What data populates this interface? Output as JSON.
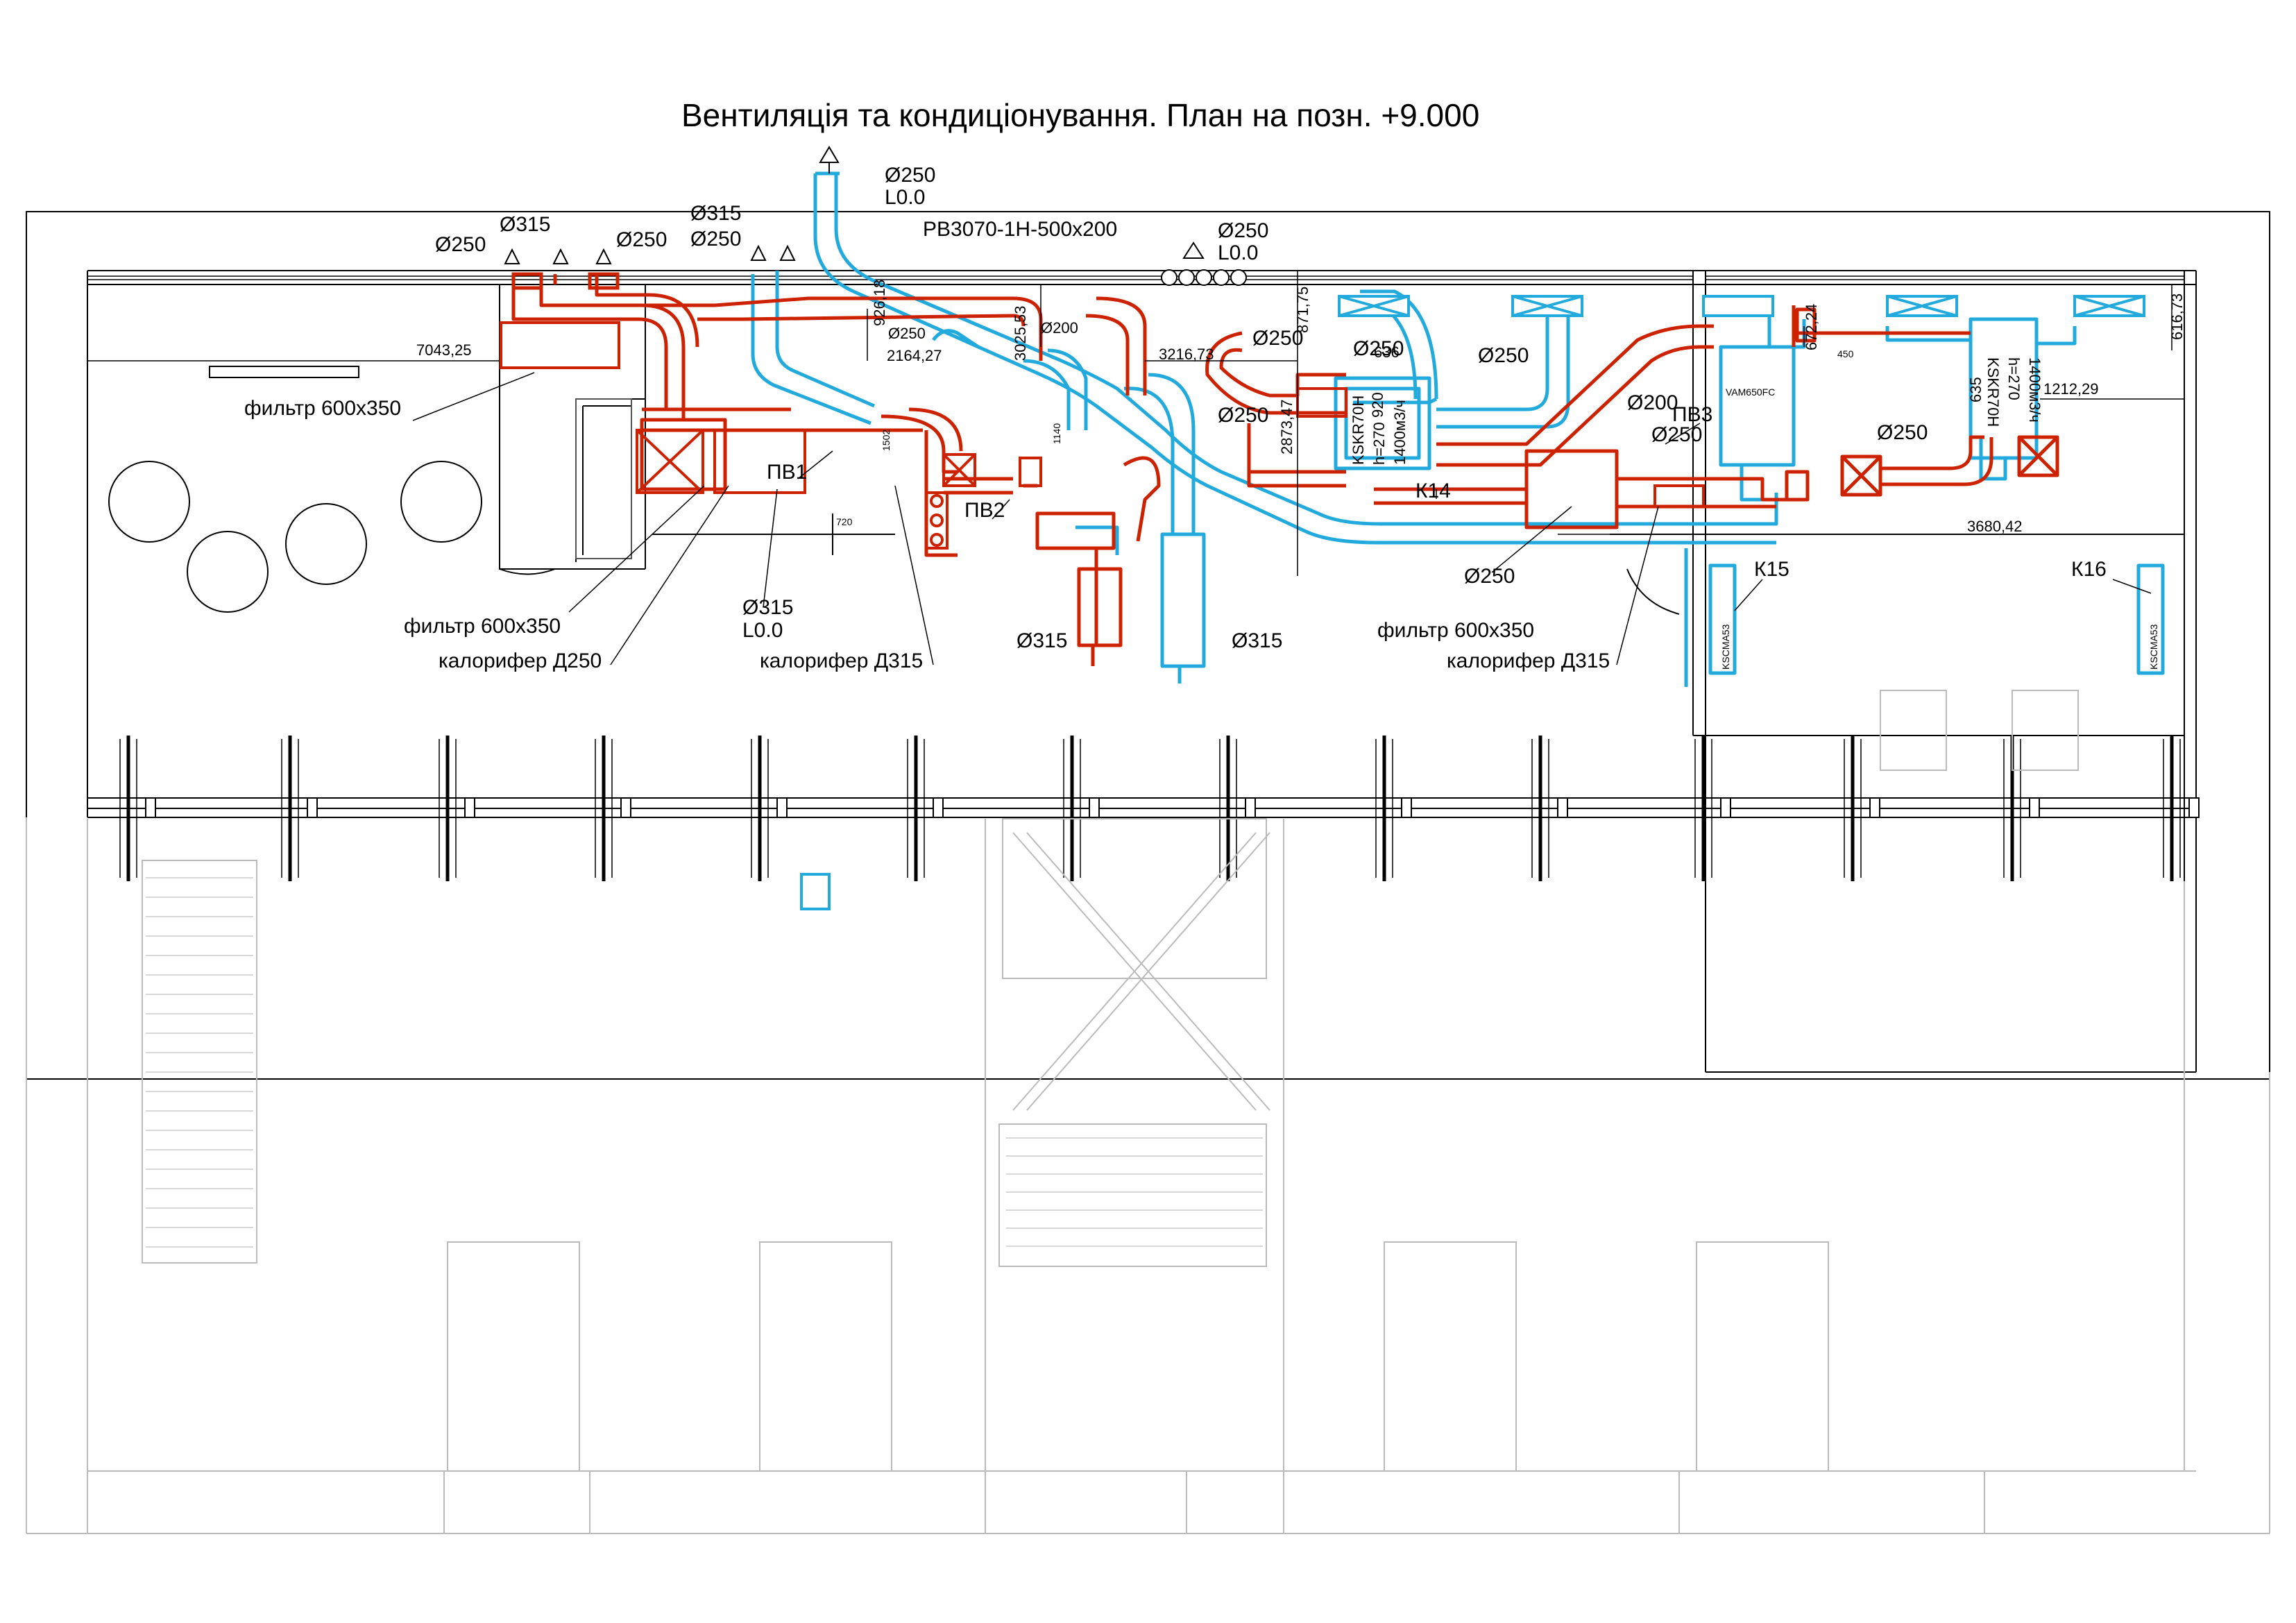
{
  "title": "Вентиляція та кондиціонування. План на позн. +9.000",
  "labels": {
    "d250": "Ø250",
    "d315": "Ø315",
    "d200": "Ø200",
    "l00": "L0.0",
    "rv": "РВ3070-1Н-500x200",
    "pv1": "ПВ1",
    "pv2": "ПВ2",
    "pv3": "ПВ3",
    "k14": "К14",
    "k15": "К15",
    "k16": "К16",
    "filter": "фильтр 600x350",
    "heater250": "калорифер Д250",
    "heater315": "калорифер Д315",
    "ksk_a": "KSKR70H",
    "ksk_b": "h=270",
    "ksk_c": "1400м3/ч",
    "kscm": "KSCMA53",
    "vam": "VAM650FC"
  },
  "dims": {
    "d7043": "7043,25",
    "d926": "926,18",
    "d2164": "2164,27",
    "d3025": "3025,53",
    "d3216": "3216,73",
    "d871": "871,75",
    "d2873": "2873,47",
    "d672": "672,24",
    "d616": "616,73",
    "d1212": "1212,29",
    "d3680": "3680,42",
    "d636": "636",
    "d920": "920",
    "d635": "635",
    "d720": "720",
    "d1140": "1140",
    "d1502": "1502",
    "d450": "450"
  },
  "colors": {
    "supply": "#cc2200",
    "exhaust": "#22aadd",
    "lines": "#000000"
  }
}
